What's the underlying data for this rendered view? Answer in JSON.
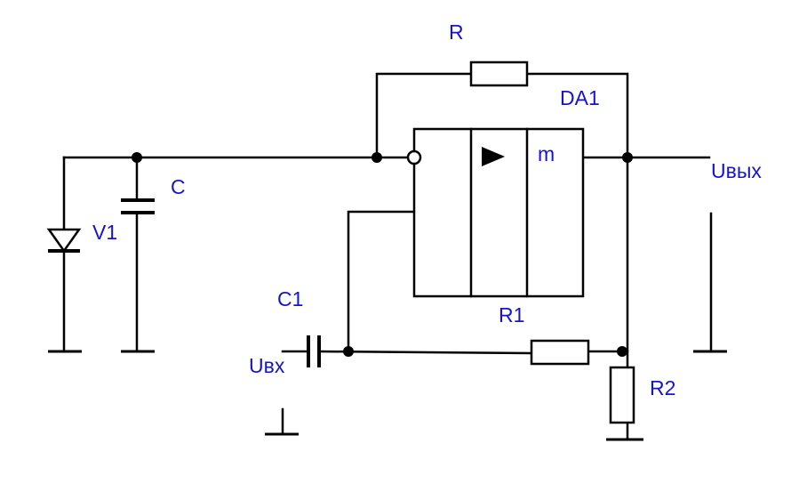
{
  "colors": {
    "wire": "#000000",
    "label": "#1414d2",
    "background": "#ffffff"
  },
  "labels": {
    "r": "R",
    "da1": "DA1",
    "c": "C",
    "v1": "V1",
    "m": "m",
    "u_out": "Uвых",
    "c1": "C1",
    "r1": "R1",
    "u_in": "Uвх",
    "r2": "R2"
  }
}
